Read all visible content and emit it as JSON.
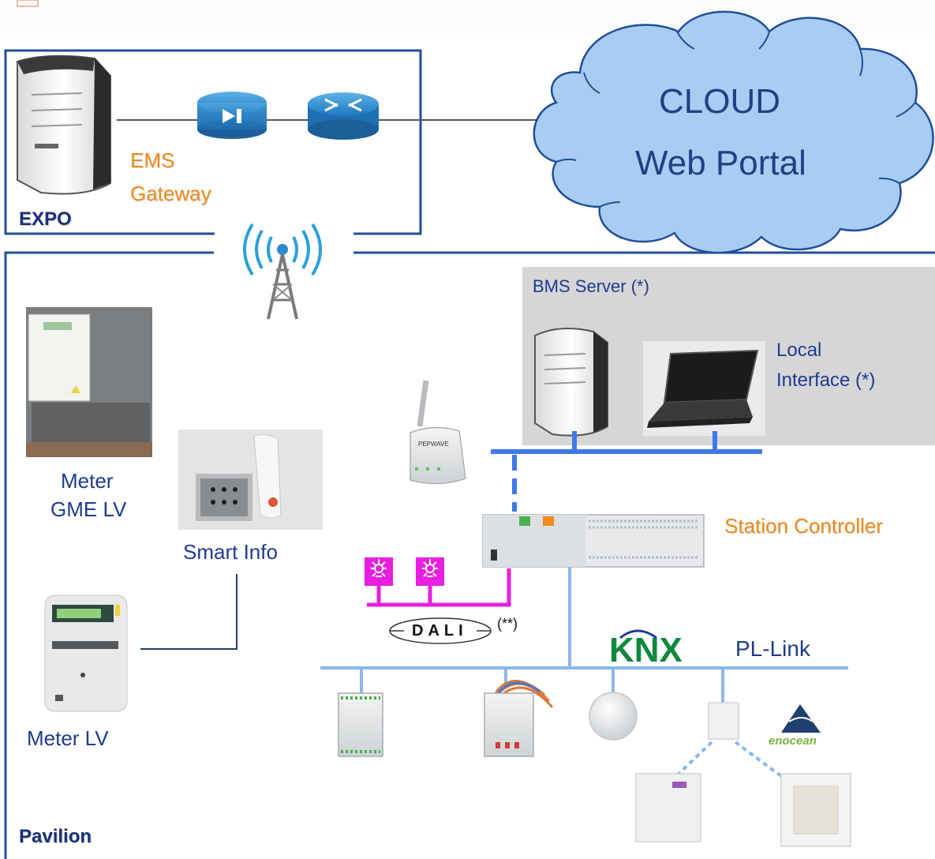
{
  "expo": {
    "label": "EXPO",
    "gateway_label_line1": "EMS",
    "gateway_label_line2": "Gateway"
  },
  "cloud": {
    "line1": "CLOUD",
    "line2": "Web Portal"
  },
  "pavilion": {
    "label": "Pavilion",
    "meter_gme_line1": "Meter",
    "meter_gme_line2": "GME LV",
    "smart_info": "Smart Info",
    "meter_lv": "Meter LV",
    "bms_server": "BMS Server (*)",
    "local_interface_line1": "Local",
    "local_interface_line2": "Interface (*)",
    "station_controller": "Station Controller",
    "dali_logo": "DALI",
    "dali_note": "(**)",
    "knx_logo": "KNX",
    "pl_link": "PL-Link",
    "enocean_logo": "enocean",
    "pepwave_brand": "PEPWAVE"
  },
  "colors": {
    "frame_blue": "#1f4e9c",
    "bus_light_blue": "#8ab8ee",
    "bus_mid_blue": "#3d7ae8",
    "dali_magenta": "#e81ee0",
    "cloud_fill": "#a9cdf2",
    "cloud_stroke": "#1f4e9c",
    "orange_text": "#f08a1c",
    "bms_gray": "#d6d6d6",
    "knx_green": "#0f8a3c"
  },
  "icons": [
    "server-icon",
    "firewall-icon",
    "router-icon",
    "wireless-tower-icon",
    "meter-icon",
    "smart-info-plug-icon",
    "wifi-access-point-icon",
    "laptop-icon",
    "station-controller-icon",
    "dali-lamp-icon",
    "io-module-icon",
    "actuator-icon",
    "sensor-icon",
    "enocean-gateway-icon",
    "room-sensor-icon",
    "wall-switch-icon"
  ]
}
